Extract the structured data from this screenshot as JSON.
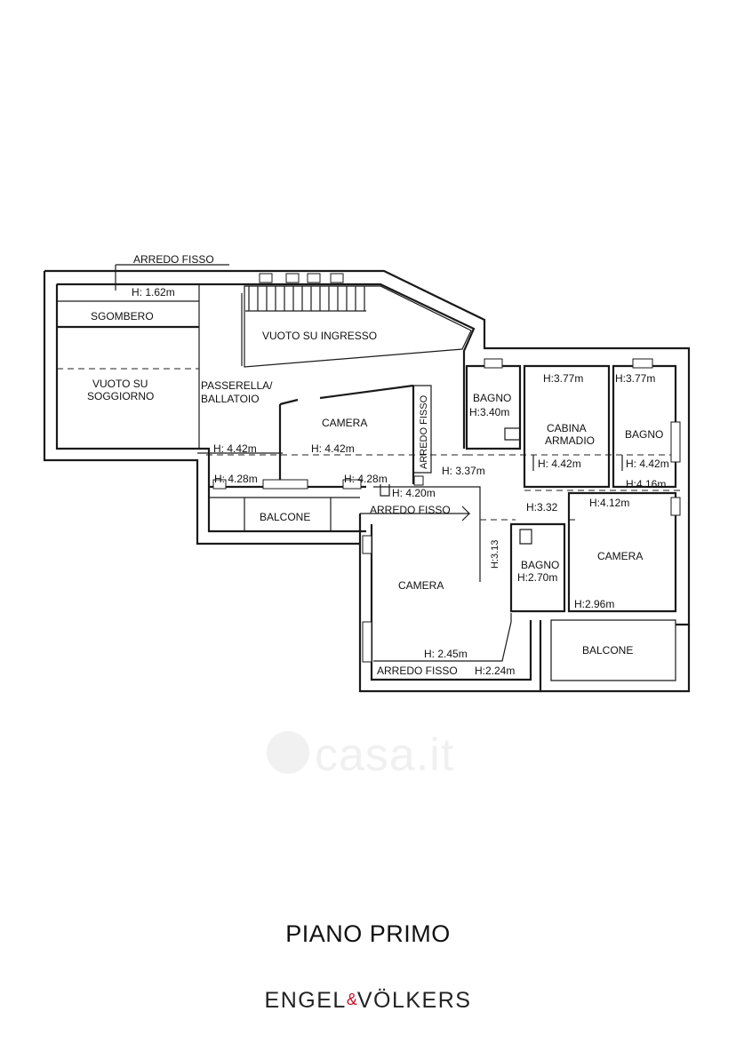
{
  "plan": {
    "labels": {
      "arredo_fisso_top": "ARREDO FISSO",
      "h_162": "H: 1.62m",
      "sgombero": "SGOMBERO",
      "vuoto_ingresso": "VUOTO SU INGRESSO",
      "vuoto_soggiorno_1": "VUOTO SU",
      "vuoto_soggiorno_2": "SOGGIORNO",
      "passerella_1": "PASSERELLA/",
      "passerella_2": "BALLATOIO",
      "camera_1": "CAMERA",
      "arredo_fisso_vert": "ARREDO FISSO",
      "bagno_1": "BAGNO",
      "h_340": "H:3.40m",
      "h_377_a": "H:3.77m",
      "h_377_b": "H:3.77m",
      "cabina_1": "CABINA",
      "cabina_2": "ARMADIO",
      "bagno_2": "BAGNO",
      "h_442_a": "H: 4.42m",
      "h_442_b": "H: 4.42m",
      "h_442_c": "H: 4.42m",
      "h_442_d": "H: 4.42m",
      "h_337": "H: 3.37m",
      "h_428_a": "H: 4.28m",
      "h_428_b": "H: 4.28m",
      "h_420": "H: 4.20m",
      "h_416": "H:4.16m",
      "balcone_1": "BALCONE",
      "arredo_fisso_mid": "ARREDO FISSO",
      "h_332": "H:3.32",
      "h_412": "H:4.12m",
      "h_313": "H:3.13",
      "bagno_3": "BAGNO",
      "h_270": "H:2.70m",
      "camera_2": "CAMERA",
      "camera_3": "CAMERA",
      "h_296": "H:2.96m",
      "h_245": "H: 2.45m",
      "balcone_2": "BALCONE",
      "arredo_fisso_bottom": "ARREDO FISSO",
      "h_224": "H:2.24m"
    }
  },
  "title": "PIANO PRIMO",
  "brand": {
    "left": "ENGEL",
    "amp": "&",
    "right": "VÖLKERS"
  },
  "watermark": "casa.it",
  "colors": {
    "ink": "#1a1a1a",
    "brand_accent": "#c8102e",
    "watermark": "#f0f0f0"
  }
}
